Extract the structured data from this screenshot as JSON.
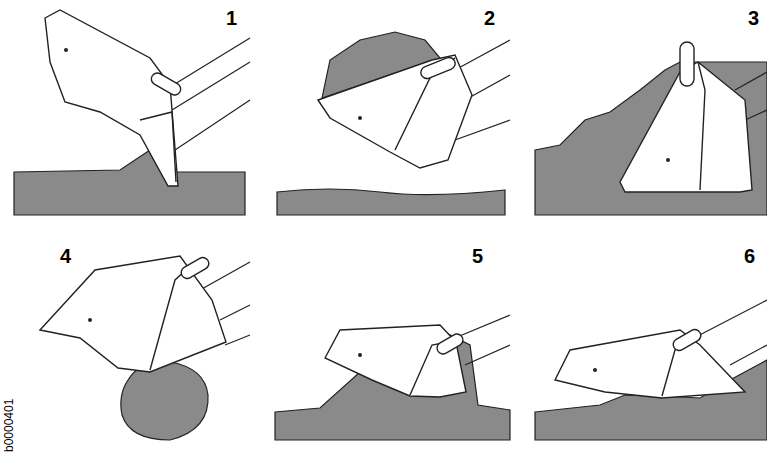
{
  "diagram": {
    "labels": [
      "1",
      "2",
      "3",
      "4",
      "5",
      "6",
      "b0000401"
    ]
  }
}
